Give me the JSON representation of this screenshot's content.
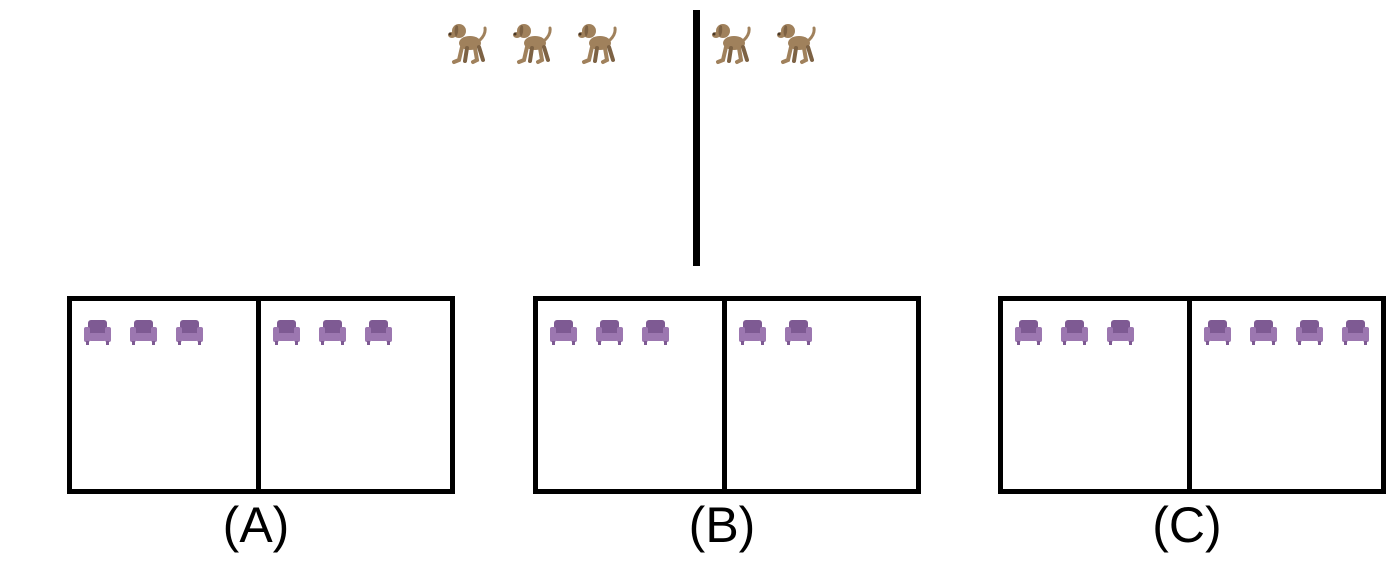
{
  "colors": {
    "dog": "#a0815c",
    "dog_dark": "#7d6244",
    "chair": "#9c77b0",
    "chair_dark": "#7e5a93",
    "line": "#000000"
  },
  "icons": {
    "dog": "dog-icon",
    "chair": "armchair-icon"
  },
  "top": {
    "left_dogs": 3,
    "right_dogs": 2
  },
  "options": [
    {
      "label": "(A)",
      "left_chairs": 3,
      "right_chairs": 3
    },
    {
      "label": "(B)",
      "left_chairs": 3,
      "right_chairs": 2
    },
    {
      "label": "(C)",
      "left_chairs": 3,
      "right_chairs": 4
    }
  ]
}
